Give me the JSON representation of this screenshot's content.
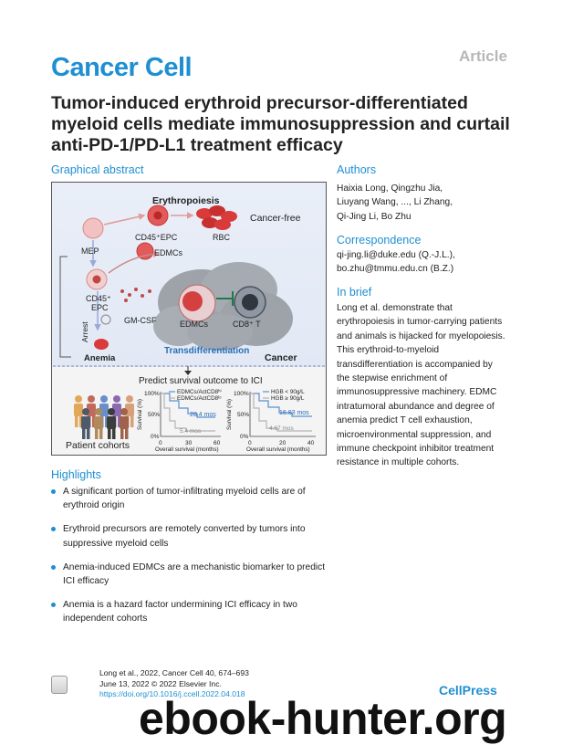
{
  "header": {
    "article_tag": "Article",
    "journal": "Cancer Cell",
    "title": "Tumor-induced erythroid precursor-differentiated myeloid cells mediate immunosuppression and curtail anti-PD-1/PD-L1 treatment efficacy"
  },
  "graphical_abstract": {
    "heading": "Graphical abstract",
    "labels": {
      "erythropoiesis": "Erythropoiesis",
      "cancer_free": "Cancer-free",
      "cd45_epc": "CD45⁺EPC",
      "rbc": "RBC",
      "mep": "MEP",
      "edmcs_top": "EDMCs",
      "cd45_epc_left_1": "CD45⁺",
      "cd45_epc_left_2": "EPC",
      "gm_csf": "GM-CSF",
      "edmcs_bottom": "EDMCs",
      "cd8_t": "CD8⁺ T",
      "arrest": "Arrest",
      "anemia": "Anemia",
      "transdifferentiation": "Transdifferentiation",
      "cancer": "Cancer",
      "predict": "Predict survival outcome to ICI",
      "patient_cohorts": "Patient cohorts"
    },
    "plot1": {
      "legend_lo": "EDMCs/ActCD8ʰⁱ",
      "legend_hi": "EDMCs/ActCD8ˡᵒ",
      "median_1": "28.4 mos",
      "median_2": "5.4 mos",
      "y_ticks": [
        "100%",
        "50%",
        "0%"
      ],
      "x_ticks": [
        "0",
        "30",
        "60"
      ],
      "xlabel": "Overall survival (months)",
      "ylabel": "Survival (%)"
    },
    "plot2": {
      "legend_lo": "HGB < 90g/L",
      "legend_hi": "HGB ≥ 90g/L",
      "median_1": "16.83 mos",
      "median_2": "4.67 mos",
      "y_ticks": [
        "100%",
        "50%",
        "0%"
      ],
      "x_ticks": [
        "0",
        "20",
        "40"
      ],
      "xlabel": "Overall survival (months)",
      "ylabel": "Survival (%)"
    }
  },
  "authors": {
    "heading": "Authors",
    "lines": [
      "Haixia Long, Qingzhu Jia,",
      "Liuyang Wang, ..., Li Zhang,",
      "Qi-Jing Li, Bo Zhu"
    ]
  },
  "correspondence": {
    "heading": "Correspondence",
    "lines": [
      "qi-jing.li@duke.edu (Q.-J.L.),",
      "bo.zhu@tmmu.edu.cn (B.Z.)"
    ]
  },
  "in_brief": {
    "heading": "In brief",
    "lines": [
      "Long et al. demonstrate that",
      "erythropoiesis in tumor-carrying patients",
      "and animals is hijacked for myelopoiesis.",
      "This erythroid-to-myeloid",
      "transdifferentiation is accompanied by",
      "the stepwise enrichment of",
      "immunosuppressive machinery. EDMC",
      "intratumoral abundance and degree of",
      "anemia predict T cell exhaustion,",
      "microenvironmental suppression, and",
      "immune checkpoint inhibitor treatment",
      "resistance in multiple cohorts."
    ]
  },
  "highlights": {
    "heading": "Highlights",
    "items": [
      "A significant portion of tumor-infiltrating myeloid cells are of erythroid origin",
      "Erythroid precursors are remotely converted by tumors into suppressive myeloid cells",
      "Anemia-induced EDMCs are a mechanistic biomarker to predict ICI efficacy",
      "Anemia is a hazard factor undermining ICI efficacy in two independent cohorts"
    ]
  },
  "citation": {
    "line1": "Long et al., 2022, Cancer Cell 40, 674–693",
    "line2": "June 13, 2022 © 2022 Elsevier Inc.",
    "doi": "https://doi.org/10.1016/j.ccell.2022.04.018"
  },
  "publisher": "CellPress",
  "watermark": "ebook-hunter.org",
  "colors": {
    "accent": "#1e8fd2",
    "erythroid_red": "#d93a3a",
    "grey_text": "#b7b7b7"
  }
}
